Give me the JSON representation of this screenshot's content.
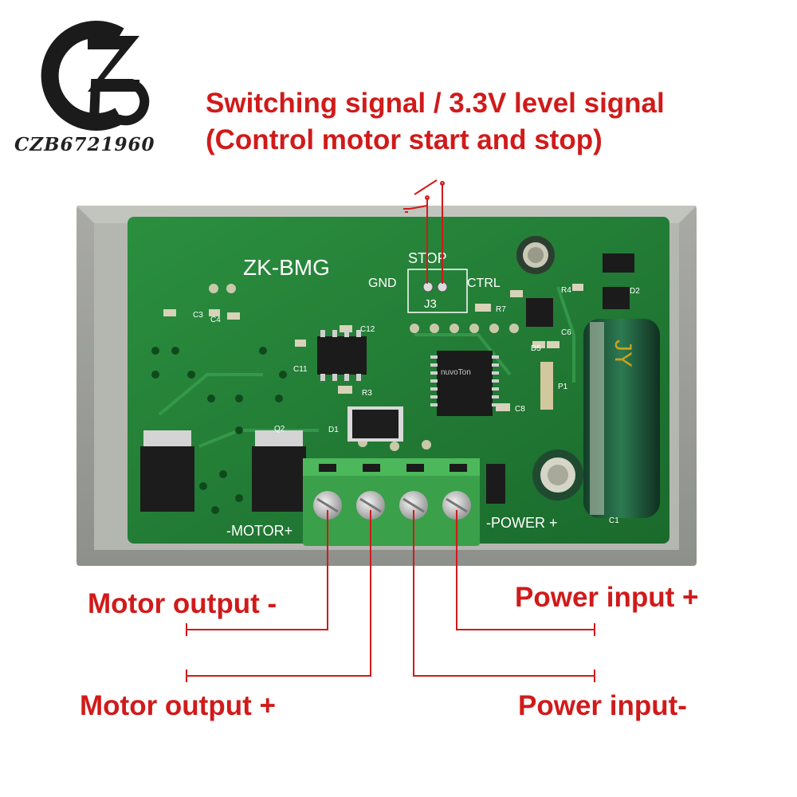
{
  "logo": {
    "text": "CZB6721960",
    "icon": "czb-logo-mark"
  },
  "annotations": {
    "signal_line1": "Switching signal / 3.3V level signal",
    "signal_line2": "(Control motor start and stop)",
    "motor_minus": "Motor output -",
    "motor_plus": "Motor output +",
    "power_plus": "Power input +",
    "power_minus": "Power input-"
  },
  "board": {
    "model": "ZK-BMG",
    "stop": "STOP",
    "gnd": "GND",
    "ctrl": "CTRL",
    "j3": "J3",
    "motor": "-MOTOR+",
    "power": "-POWER +",
    "chip_brand": "nuvoTon",
    "cap_brand": "JY",
    "refs": [
      "C3",
      "C4",
      "C12",
      "C11",
      "R3",
      "D1",
      "Q2",
      "R7",
      "D5",
      "R4",
      "C6",
      "C8",
      "D2",
      "P1",
      "C1"
    ]
  },
  "colors": {
    "annotation": "#d11a1a",
    "pcb": "#1f7a32",
    "terminal": "#3aa04a",
    "enclosure": "#9b9d97",
    "capacitor": "#1f5a3a"
  }
}
